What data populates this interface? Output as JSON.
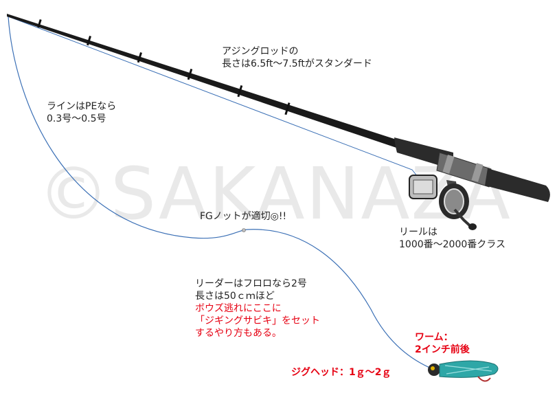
{
  "watermark": "©SAKANAZA",
  "labels": {
    "rod_line1": "アジングロッドの",
    "rod_line2": "長さは6.5ft〜7.5ftがスタンダード",
    "line_line1": "ラインはPEなら",
    "line_line2": "0.3号〜0.5号",
    "knot": "FGノットが適切◎!!",
    "reel_line1": "リールは",
    "reel_line2": "1000番〜2000番クラス",
    "leader_line1": "リーダーはフロロなら2号",
    "leader_line2": "長さは50ｃｍほど",
    "leader_line3": "ボウズ逃れにここに",
    "leader_line4": "「ジギングサビキ」をセット",
    "leader_line5": "するやり方もある。",
    "worm_line1": "ワーム：",
    "worm_line2": "2インチ前後",
    "jighead": "ジグヘッド：1ｇ〜2ｇ"
  },
  "colors": {
    "line": "#3a6fb5",
    "accent_red": "#e60012",
    "rod": "#1a1a1a",
    "watermark": "#e9e9e9"
  }
}
